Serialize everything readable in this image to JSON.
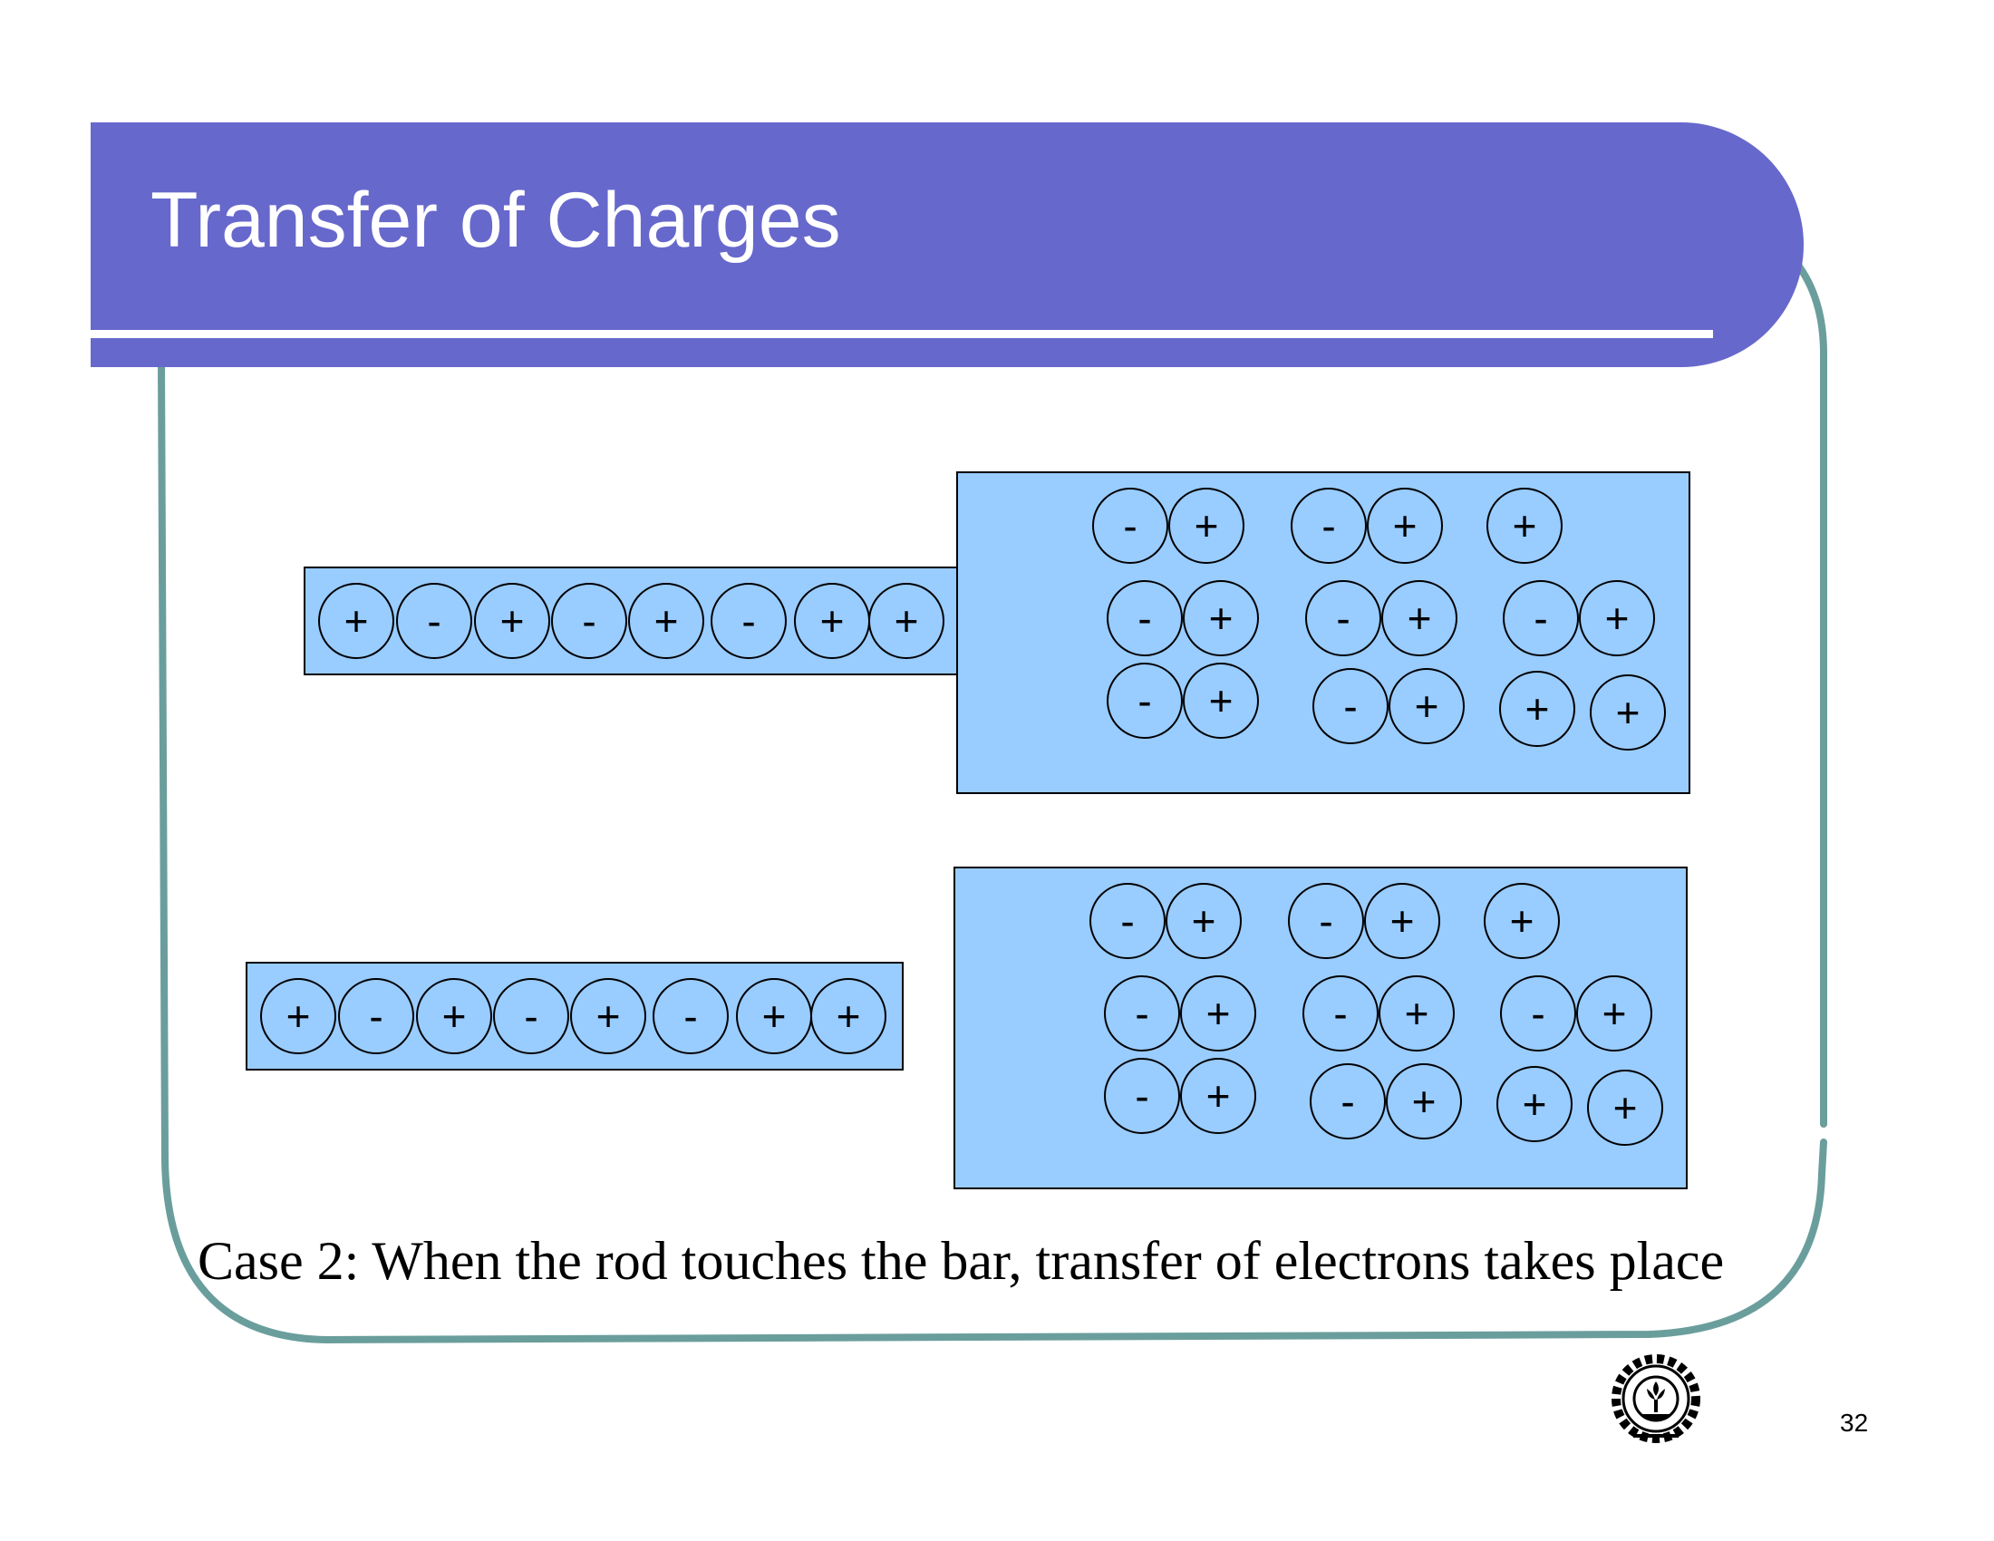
{
  "slide": {
    "title": "Transfer of Charges",
    "caption": "Case 2: When the rod touches the bar, transfer of electrons takes place",
    "page_number": "32"
  },
  "colors": {
    "banner": "#6768cc",
    "frame": "#6a9e9c",
    "box_fill": "#99ccff",
    "text": "#000000"
  },
  "logo": {
    "icon": "institute-seal-icon"
  },
  "diagram": {
    "top_rod_charges": [
      "+",
      "-",
      "+",
      "-",
      "+",
      "-",
      "+",
      "+"
    ],
    "top_bar_charges": [
      "-",
      "+",
      "-",
      "+",
      "+",
      "-",
      "+",
      "-",
      "+",
      "-",
      "+",
      "-",
      "+",
      "-",
      "+",
      "+",
      "+"
    ],
    "bottom_rod_charges": [
      "+",
      "-",
      "+",
      "-",
      "+",
      "-",
      "+",
      "+"
    ],
    "bottom_bar_charges": [
      "-",
      "+",
      "-",
      "+",
      "+",
      "-",
      "+",
      "-",
      "+",
      "-",
      "+",
      "-",
      "+",
      "-",
      "+",
      "+",
      "+"
    ]
  }
}
